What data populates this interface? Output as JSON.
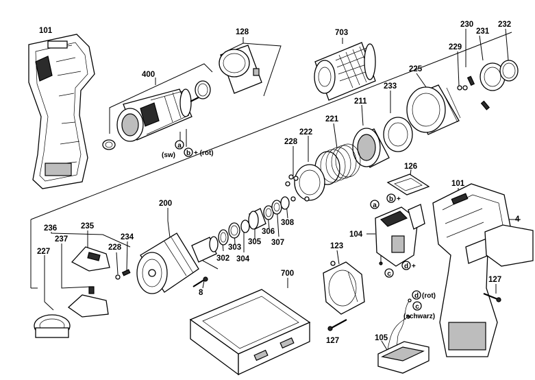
{
  "labels": {
    "housing_left": "101",
    "housing_right": "101",
    "motor": "400",
    "ring_128": "128",
    "chuck": "703",
    "p230": "230",
    "p231": "231",
    "p232": "232",
    "p229": "229",
    "p225": "225",
    "p233": "233",
    "p211": "211",
    "p221": "221",
    "p222": "222",
    "p228_top": "228",
    "p228_left": "228",
    "p200": "200",
    "p126": "126",
    "p104": "104",
    "p4": "4",
    "p236": "236",
    "p235": "235",
    "p234": "234",
    "p237": "237",
    "p227": "227",
    "p302": "302",
    "p303": "303",
    "p304": "304",
    "p305": "305",
    "p306": "306",
    "p307": "307",
    "p308": "308",
    "p8": "8",
    "p700": "700",
    "p123": "123",
    "p127_right": "127",
    "p127_bottom": "127",
    "p105": "105"
  },
  "markers": {
    "motor_a": "a",
    "motor_b": "b",
    "switch_a": "a",
    "switch_b": "b",
    "switch_c": "c",
    "switch_d": "d",
    "wire_c": "c",
    "wire_d": "d"
  },
  "wire_notes": {
    "motor_a_note": "(sw)",
    "motor_b_note": "+ (rot)",
    "switch_b_sign": "+",
    "switch_d_sign": "+",
    "wire_d_note": "(rot)",
    "wire_c_note": "(schwarz)"
  },
  "colors": {
    "line": "#000000",
    "background": "#ffffff"
  }
}
